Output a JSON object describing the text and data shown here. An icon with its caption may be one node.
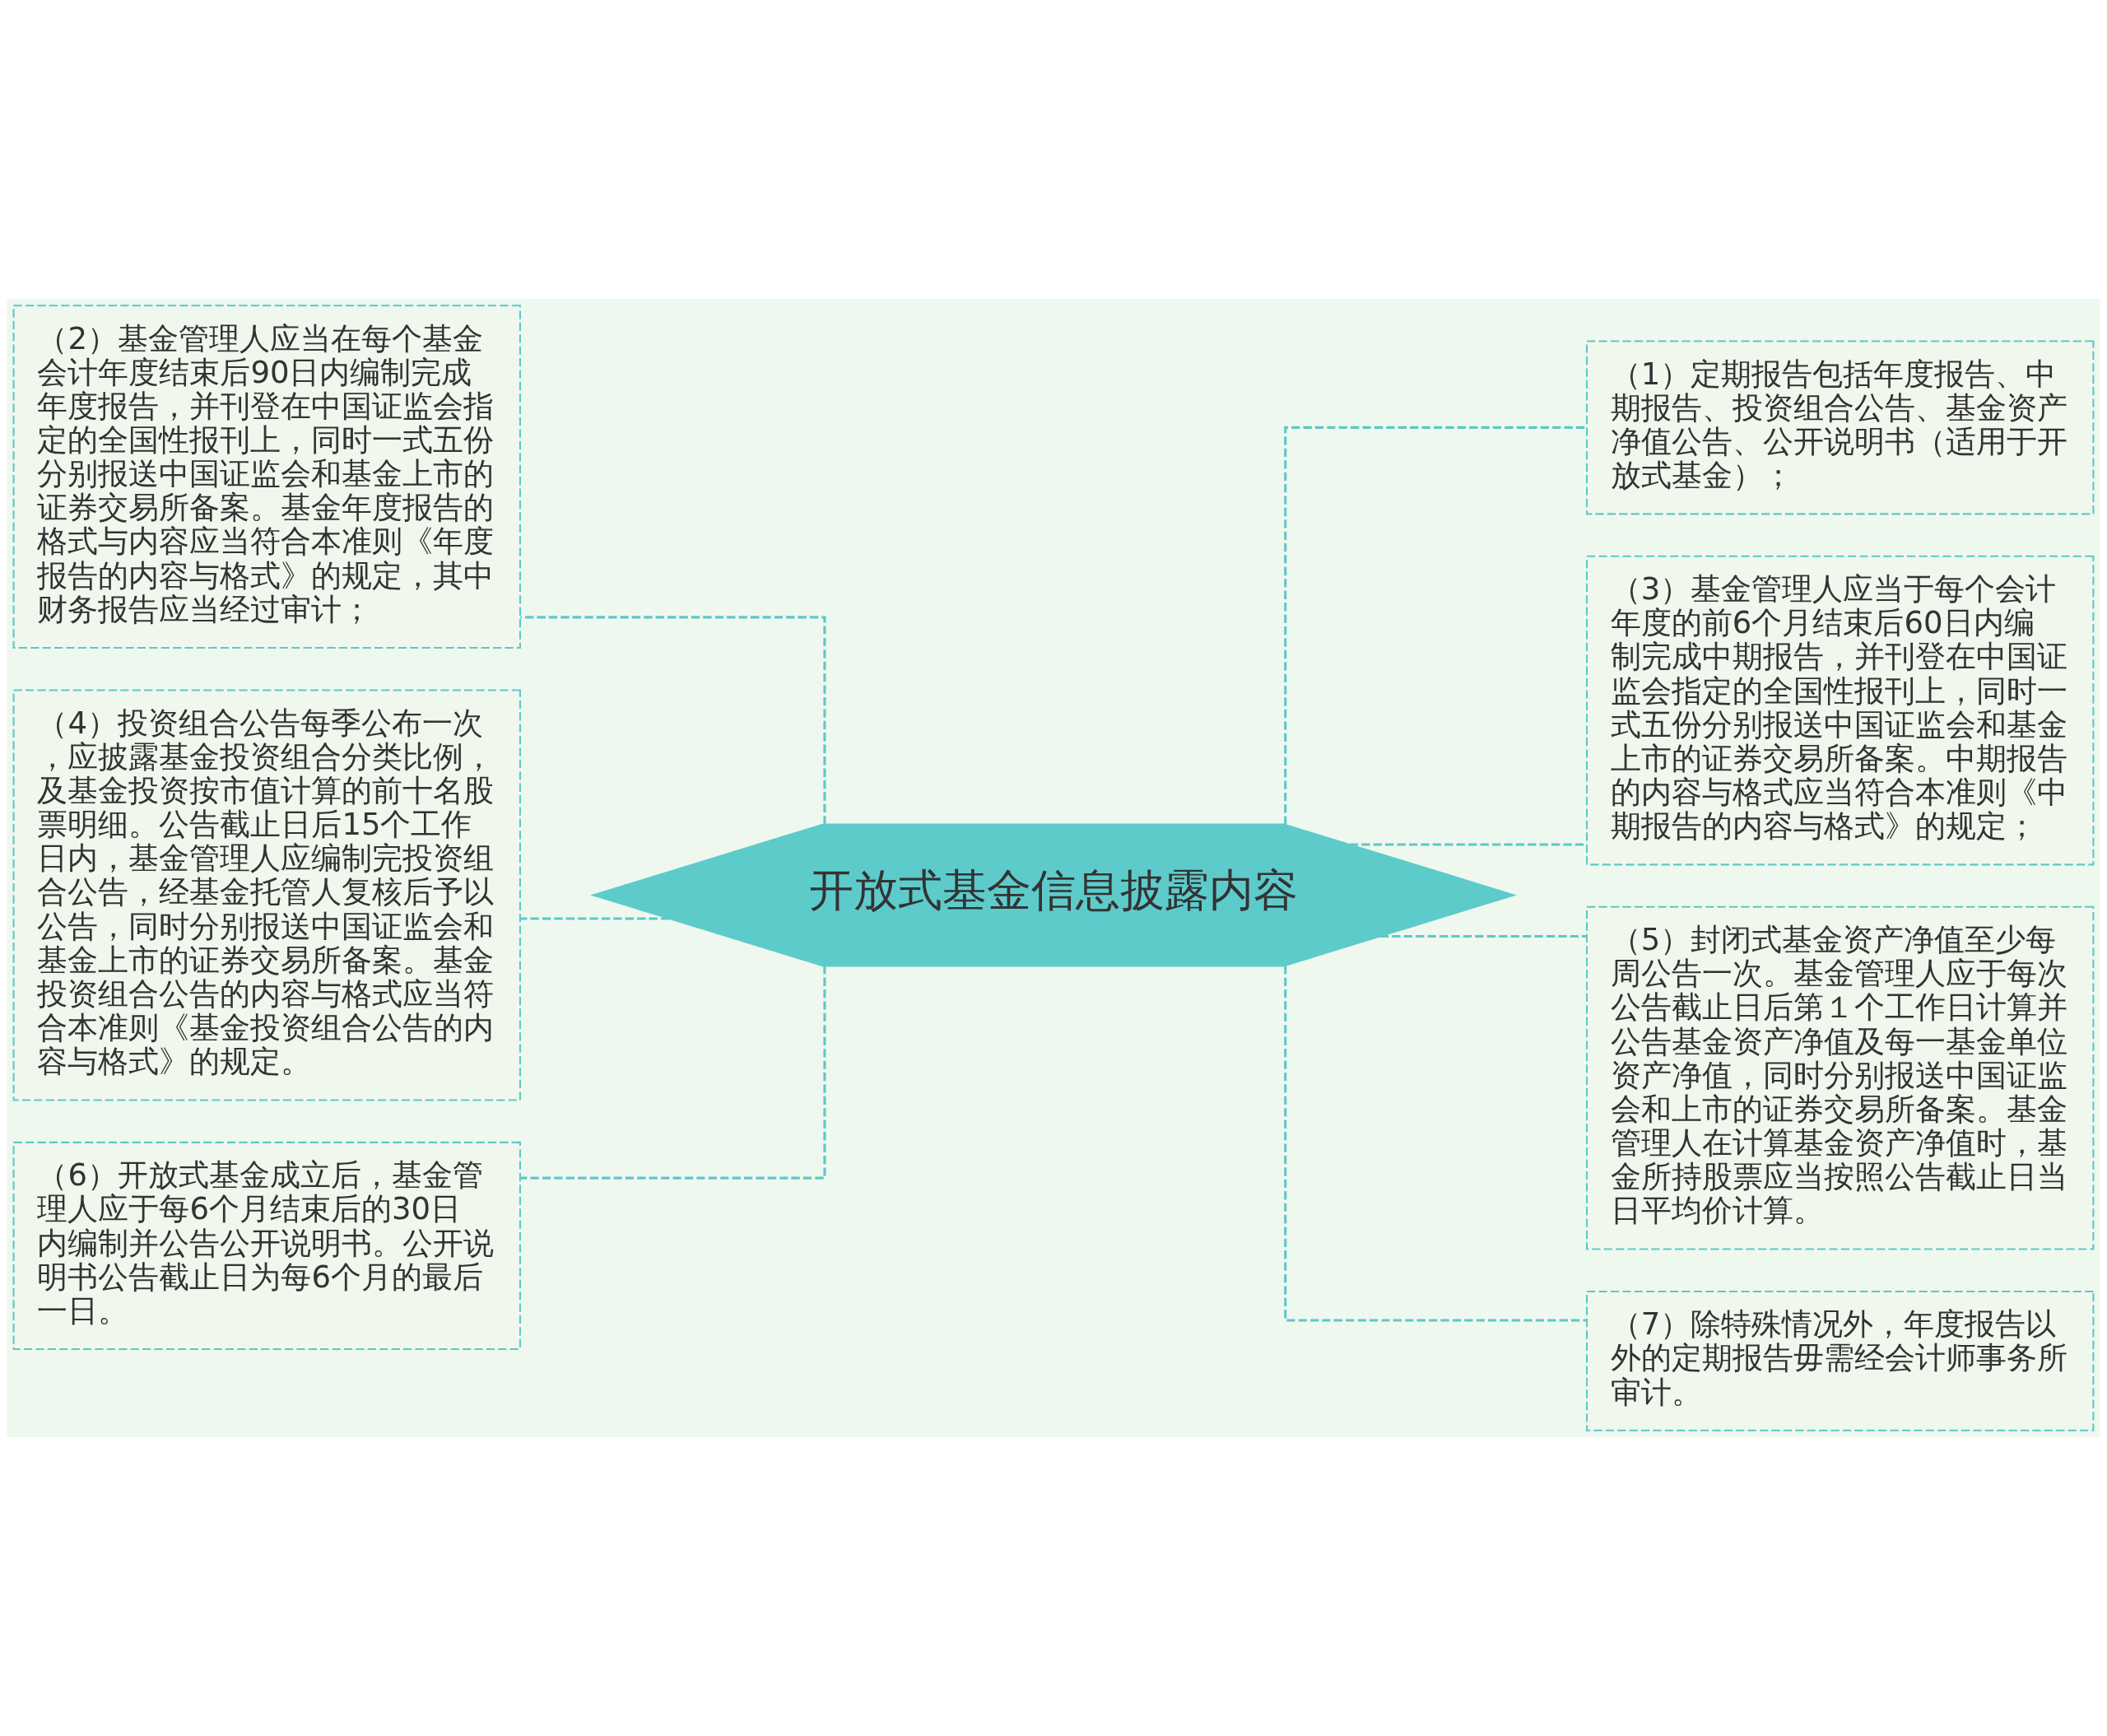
{
  "diagram": {
    "nodes": [
      {
        "text": [
          "开放式基金信息披露内容"
        ]
      },
      {
        "text": [
          "（1）定期报告包括年度报告、中期报告、投资组合公告、基金资产净值公告、公开说明书（适用于开放式基金）；"
        ]
      },
      {
        "text": [
          "（2）基金管理人应当在每个基金会计年度结束后90日内编制完成年度报告，并刊登在中国证监会指定的全国性报刊上，同时一式五份分别报送中国证监会和基金上市的证券交易所备案。基金年度报告的格式与内容应当符合本准则《年度报告的内容与格式》的规定，其中财务报告应当经过审计；"
        ]
      },
      {
        "text": [
          "（3）基金管理人应当于每个会计年度的前6个月结束后60日内编制完成中期报告，并刊登在中国证监会指定的全国性报刊上，同时一式五份分别报送中国证监会和基金上市的证券交易所备案。中期报告的内容与格式应当符合本准则《中期报告的内容与格式》的规定；"
        ]
      },
      {
        "text": [
          "（4）投资组合公告每季公布一次，应披露基金投资组合分类比例，及基金投资按市值计算的前十名股票明细。公告截止日后15个工作日内，基金管理人应编制完投资组合公告，经基金托管人复核后予以公告，同时分别报送中国证监会和基金上市的证券交易所备案。基金投资组合公告的内容与格式应当符合本准则《基金投资组合公告的内容与格式》的规定。"
        ]
      },
      {
        "text": [
          "（5）封闭式基金资产净值至少每周公告一次。基金管理人应于每次公告截止日后第１个工作日计算并公告基金资产净值及每一基金单位资产净值，同时分别报送中国证监会和上市的证券交易所备案。基金管理人在计算基金资产净值时，基金所持股票应当按照公告截止日当日平均价计算。"
        ]
      },
      {
        "text": [
          "（6）开放式基金成立后，基金管理人应于每6个月结束后的30日内编制并公告公开说明书。公开说明书公告截止日为每6个月的最后一日。"
        ]
      },
      {
        "text": [
          "（7）除特殊情况外，年度报告以外的定期报告毋需经会计师事务所审计。"
        ]
      }
    ],
    "edges": [
      {
        "from": 0,
        "to": 1,
        "arrow": "none",
        "style": "dashed"
      },
      {
        "from": 0,
        "to": 2,
        "arrow": "none",
        "style": "dashed"
      },
      {
        "from": 0,
        "to": 3,
        "arrow": "none",
        "style": "dashed"
      },
      {
        "from": 0,
        "to": 4,
        "arrow": "none",
        "style": "dashed"
      },
      {
        "from": 0,
        "to": 5,
        "arrow": "none",
        "style": "dashed"
      },
      {
        "from": 0,
        "to": 6,
        "arrow": "none",
        "style": "dashed"
      },
      {
        "from": 0,
        "to": 7,
        "arrow": "none",
        "style": "dashed"
      }
    ]
  }
}
